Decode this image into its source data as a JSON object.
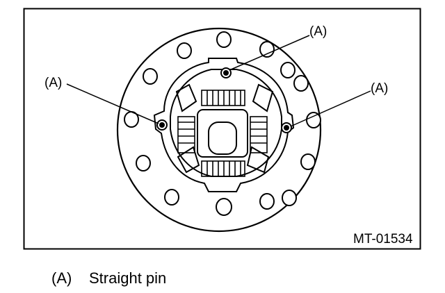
{
  "callouts": {
    "top": "(A)",
    "left": "(A)",
    "right": "(A)"
  },
  "figure_code": "MT-01534",
  "legend": {
    "key": "(A)",
    "text": "Straight pin"
  }
}
